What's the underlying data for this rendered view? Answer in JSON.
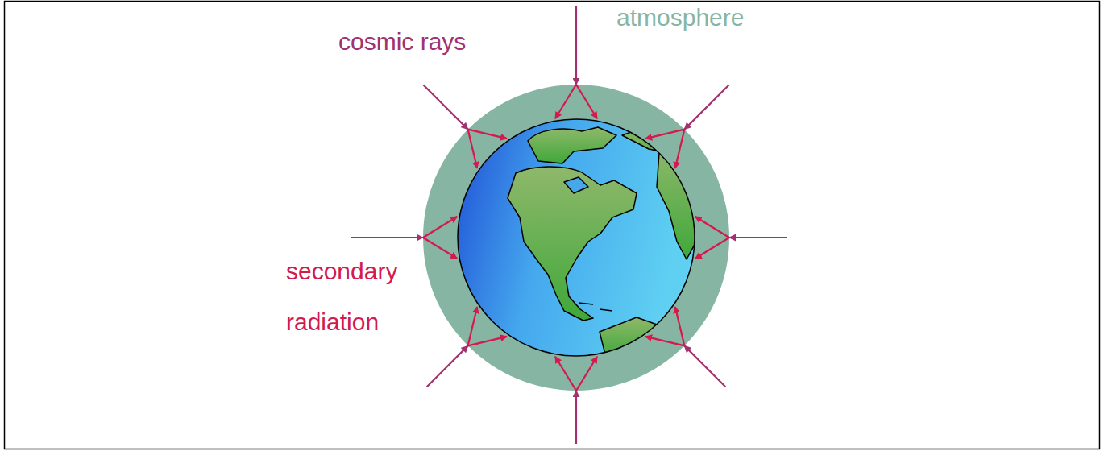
{
  "diagram": {
    "labels": [
      "cosmic rays",
      "atmosphere",
      "secondary radiation"
    ]
  }
}
